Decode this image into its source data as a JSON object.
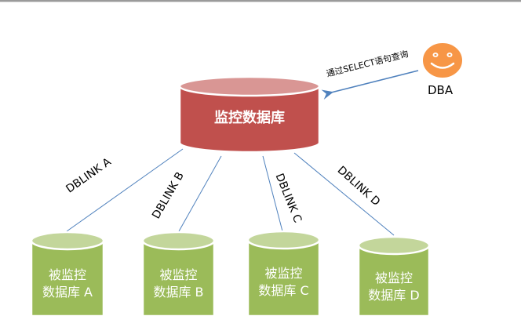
{
  "colors": {
    "central_db": "#c0504d",
    "central_db_top": "#d99694",
    "monitored_db": "#9bbb59",
    "monitored_db_top": "#c3d69b",
    "link_line": "#4f81bd",
    "dba_face": "#f79646"
  },
  "central": {
    "label": "监控数据库"
  },
  "dba": {
    "label": "DBA",
    "icon": "smiley-face-icon",
    "query_label": "通过SELECT语句查询"
  },
  "links": [
    {
      "label": "DBLINK  A"
    },
    {
      "label": "DBLINK B"
    },
    {
      "label": "DBLINK C"
    },
    {
      "label": "DBLINK  D"
    }
  ],
  "monitored": [
    {
      "line1": "被监控",
      "line2": "数据库 A"
    },
    {
      "line1": "被监控",
      "line2": "数据库 B"
    },
    {
      "line1": "被监控",
      "line2": "数据库 C"
    },
    {
      "line1": "被监控",
      "line2": "数据库 D"
    }
  ]
}
